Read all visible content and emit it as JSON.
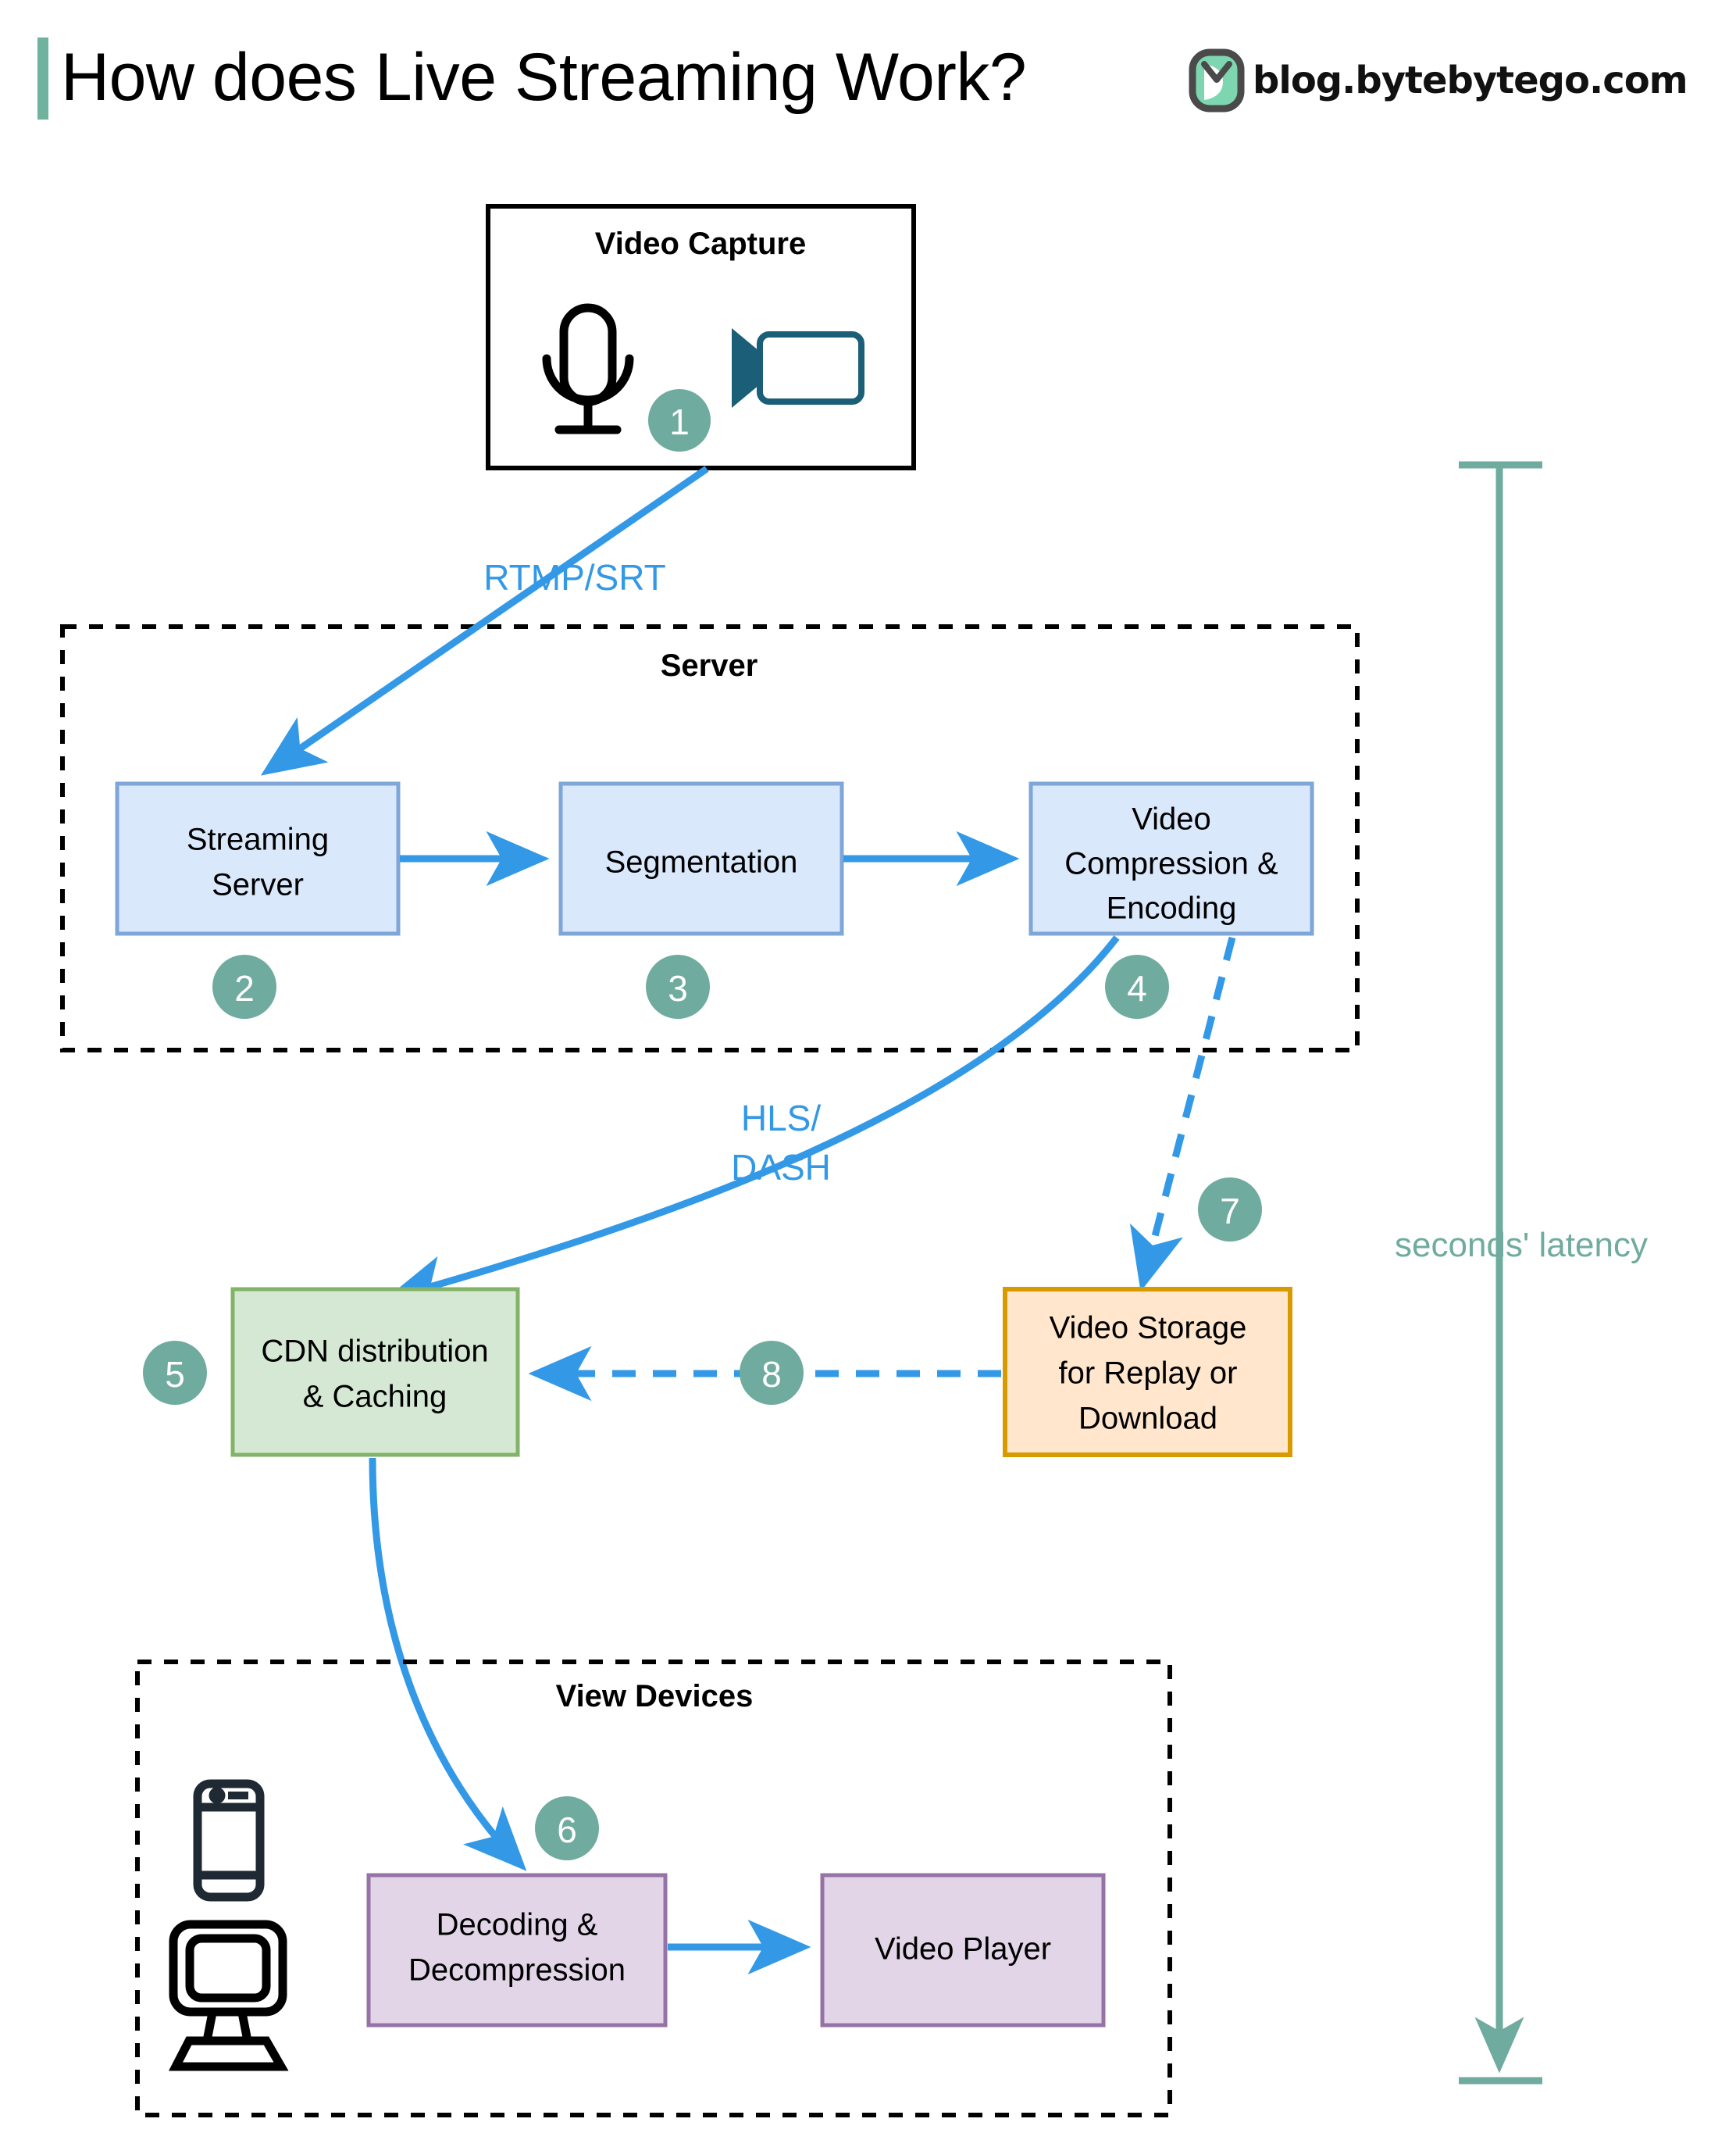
{
  "header": {
    "title": "How does Live Streaming Work?",
    "accent_color": "#6FB39E",
    "brand_text": "blog.bytebytego.com",
    "logo_name": "bytebytego-logo"
  },
  "palette": {
    "arrow_blue": "#3399E6",
    "badge_teal": "#6FAB9E",
    "box_blue_fill": "#DAE8FC",
    "box_blue_border": "#7EA6D9",
    "box_green_fill": "#D5E8D4",
    "box_green_border": "#82B366",
    "box_orange_fill": "#FFE6CC",
    "box_orange_border": "#D79B00",
    "box_purple_fill": "#E1D5E7",
    "box_purple_border": "#9673A6",
    "icon_dark": "#1F2933",
    "camera_teal": "#1B5E78",
    "latency_green": "#6FAB9E"
  },
  "groups": [
    {
      "id": "video-capture",
      "label": "Video Capture",
      "border": "solid"
    },
    {
      "id": "server",
      "label": "Server",
      "border": "dashed"
    },
    {
      "id": "view-devices",
      "label": "View Devices",
      "border": "dashed"
    }
  ],
  "nodes": [
    {
      "id": "streaming-server",
      "label_lines": [
        "Streaming",
        "Server"
      ],
      "fill": "#DAE8FC",
      "border": "#7EA6D9"
    },
    {
      "id": "segmentation",
      "label_lines": [
        "Segmentation"
      ],
      "fill": "#DAE8FC",
      "border": "#7EA6D9"
    },
    {
      "id": "video-compression",
      "label_lines": [
        "Video",
        "Compression &",
        "Encoding"
      ],
      "fill": "#DAE8FC",
      "border": "#7EA6D9"
    },
    {
      "id": "cdn-distribution",
      "label_lines": [
        "CDN distribution",
        "& Caching"
      ],
      "fill": "#D5E8D4",
      "border": "#82B366"
    },
    {
      "id": "video-storage",
      "label_lines": [
        "Video Storage",
        "for Replay or",
        "Download"
      ],
      "fill": "#FFE6CC",
      "border": "#D79B00"
    },
    {
      "id": "decoding",
      "label_lines": [
        "Decoding &",
        "Decompression"
      ],
      "fill": "#E1D5E7",
      "border": "#9673A6"
    },
    {
      "id": "video-player",
      "label_lines": [
        "Video Player"
      ],
      "fill": "#E1D5E7",
      "border": "#9673A6"
    }
  ],
  "badges": [
    {
      "id": "step-1",
      "number": "1"
    },
    {
      "id": "step-2",
      "number": "2"
    },
    {
      "id": "step-3",
      "number": "3"
    },
    {
      "id": "step-4",
      "number": "4"
    },
    {
      "id": "step-5",
      "number": "5"
    },
    {
      "id": "step-6",
      "number": "6"
    },
    {
      "id": "step-7",
      "number": "7"
    },
    {
      "id": "step-8",
      "number": "8"
    }
  ],
  "edge_labels": {
    "capture_to_server": "RTMP/SRT",
    "encoding_to_cdn_line1": "HLS/",
    "encoding_to_cdn_line2": "DASH"
  },
  "annotations": {
    "latency": "seconds' latency"
  },
  "icons": {
    "microphone": "microphone-icon",
    "camera": "video-camera-icon",
    "phone": "mobile-phone-icon",
    "monitor": "desktop-monitor-icon"
  },
  "labels": {
    "video_capture": "Video Capture",
    "server": "Server",
    "view_devices": "View Devices"
  }
}
